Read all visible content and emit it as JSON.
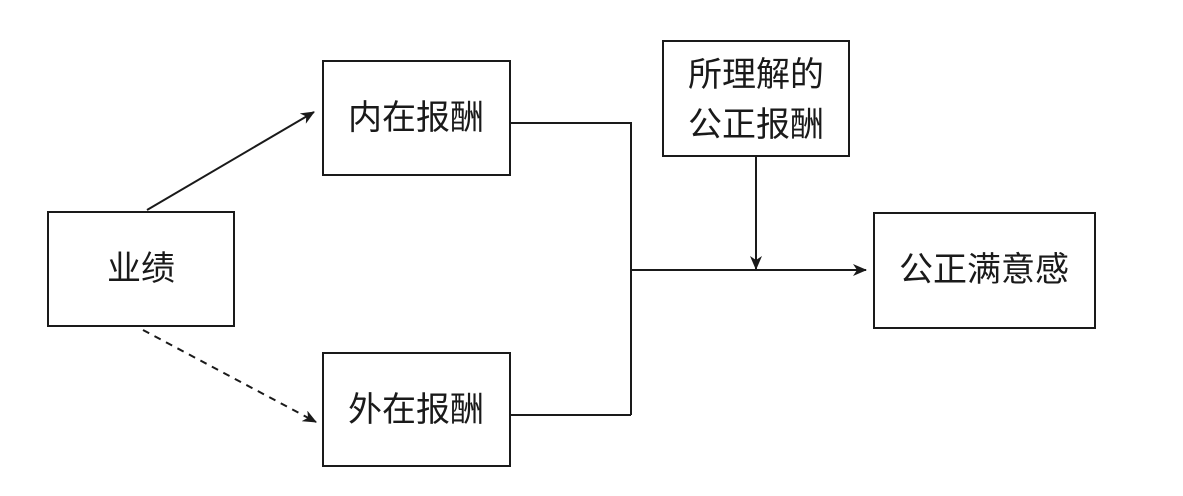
{
  "diagram": {
    "nodes": {
      "performance": {
        "label": "业绩"
      },
      "intrinsic_reward": {
        "label": "内在报酬"
      },
      "extrinsic_reward": {
        "label": "外在报酬"
      },
      "perceived_fair_reward": {
        "line1": "所理解的",
        "line2": "公正报酬"
      },
      "fair_satisfaction": {
        "label": "公正满意感"
      }
    },
    "edges": [
      {
        "from": "业绩",
        "to": "内在报酬",
        "style": "solid"
      },
      {
        "from": "业绩",
        "to": "外在报酬",
        "style": "dashed"
      },
      {
        "from": "内在报酬",
        "to": "公正满意感",
        "style": "solid"
      },
      {
        "from": "外在报酬",
        "to": "公正满意感",
        "style": "solid"
      },
      {
        "from": "所理解的公正报酬",
        "to": "公正满意感",
        "style": "solid"
      }
    ],
    "colors": {
      "line": "#1a1a1a",
      "background": "#ffffff"
    }
  }
}
